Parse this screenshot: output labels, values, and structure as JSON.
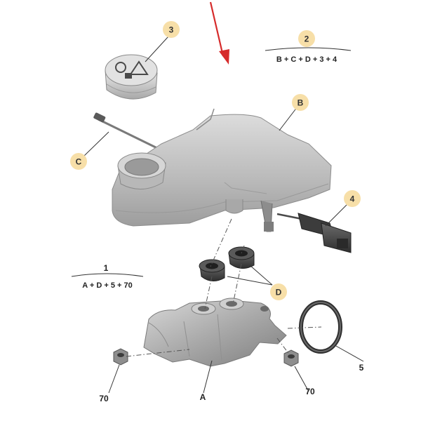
{
  "callouts": {
    "c3": "3",
    "c2": "2",
    "c2_formula": "B + C + D + 3 + 4",
    "cB": "B",
    "cC": "C",
    "c4": "4",
    "c1": "1",
    "c1_formula": "A + D + 5 + 70",
    "cD": "D",
    "c5": "5",
    "c70_left": "70",
    "c70_right": "70",
    "cA": "A"
  },
  "colors": {
    "badge_fill": "#f7dfa8",
    "arrow": "#d62b2b",
    "part_gray": "#b8b8b8",
    "part_dark": "#6e6e6e",
    "leader": "#333333"
  }
}
